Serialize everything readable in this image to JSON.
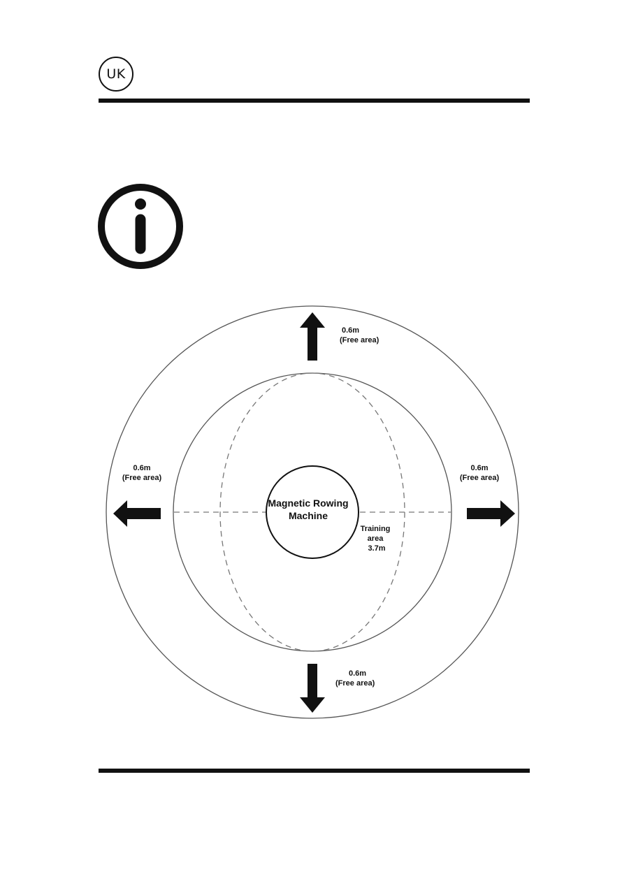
{
  "header": {
    "language_badge": "UK"
  },
  "icons": {
    "info": "info-icon",
    "arrow_up": "arrow-up-icon",
    "arrow_down": "arrow-down-icon",
    "arrow_left": "arrow-left-icon",
    "arrow_right": "arrow-right-icon"
  },
  "diagram": {
    "center_label_line1": "Magnetic Rowing",
    "center_label_line2": "Machine",
    "training_line1": "Training",
    "training_line2": "area",
    "training_line3": "3.7m",
    "top": {
      "distance": "0.6m",
      "note": "(Free area)"
    },
    "left": {
      "distance": "0.6m",
      "note": "(Free area)"
    },
    "right": {
      "distance": "0.6m",
      "note": "(Free area)"
    },
    "bottom": {
      "distance": "0.6m",
      "note": "(Free area)"
    }
  }
}
